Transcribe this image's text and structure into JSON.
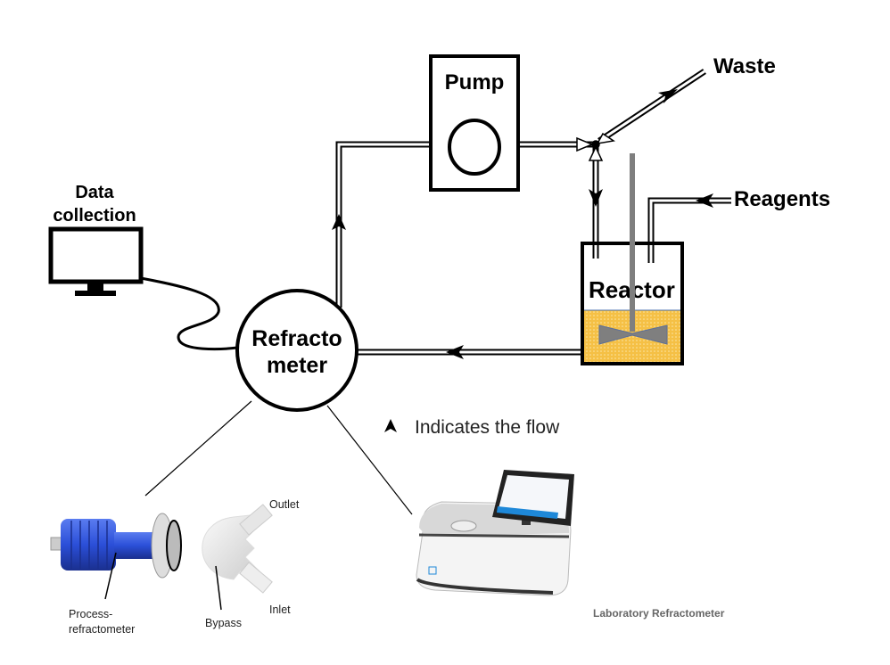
{
  "diagram": {
    "pump_label": "Pump",
    "waste_label": "Waste",
    "reagents_label": "Reagents",
    "reactor_label": "Reactor",
    "refractometer_label_line1": "Refracto",
    "refractometer_label_line2": "meter",
    "data_collection_line1": "Data",
    "data_collection_line2": "collection",
    "legend_text": "Indicates the flow",
    "process_labels": {
      "outlet": "Outlet",
      "inlet": "Inlet",
      "bypass": "Bypass",
      "process_line1": "Process-",
      "process_line2": "refractometer"
    },
    "lab_refractometer_label": "Laboratory Refractometer",
    "colors": {
      "liquid": "#f5c045",
      "stirrer": "#7f7f7f",
      "process_body": "#2b4fd8",
      "screen_accent": "#1e88d8"
    }
  }
}
